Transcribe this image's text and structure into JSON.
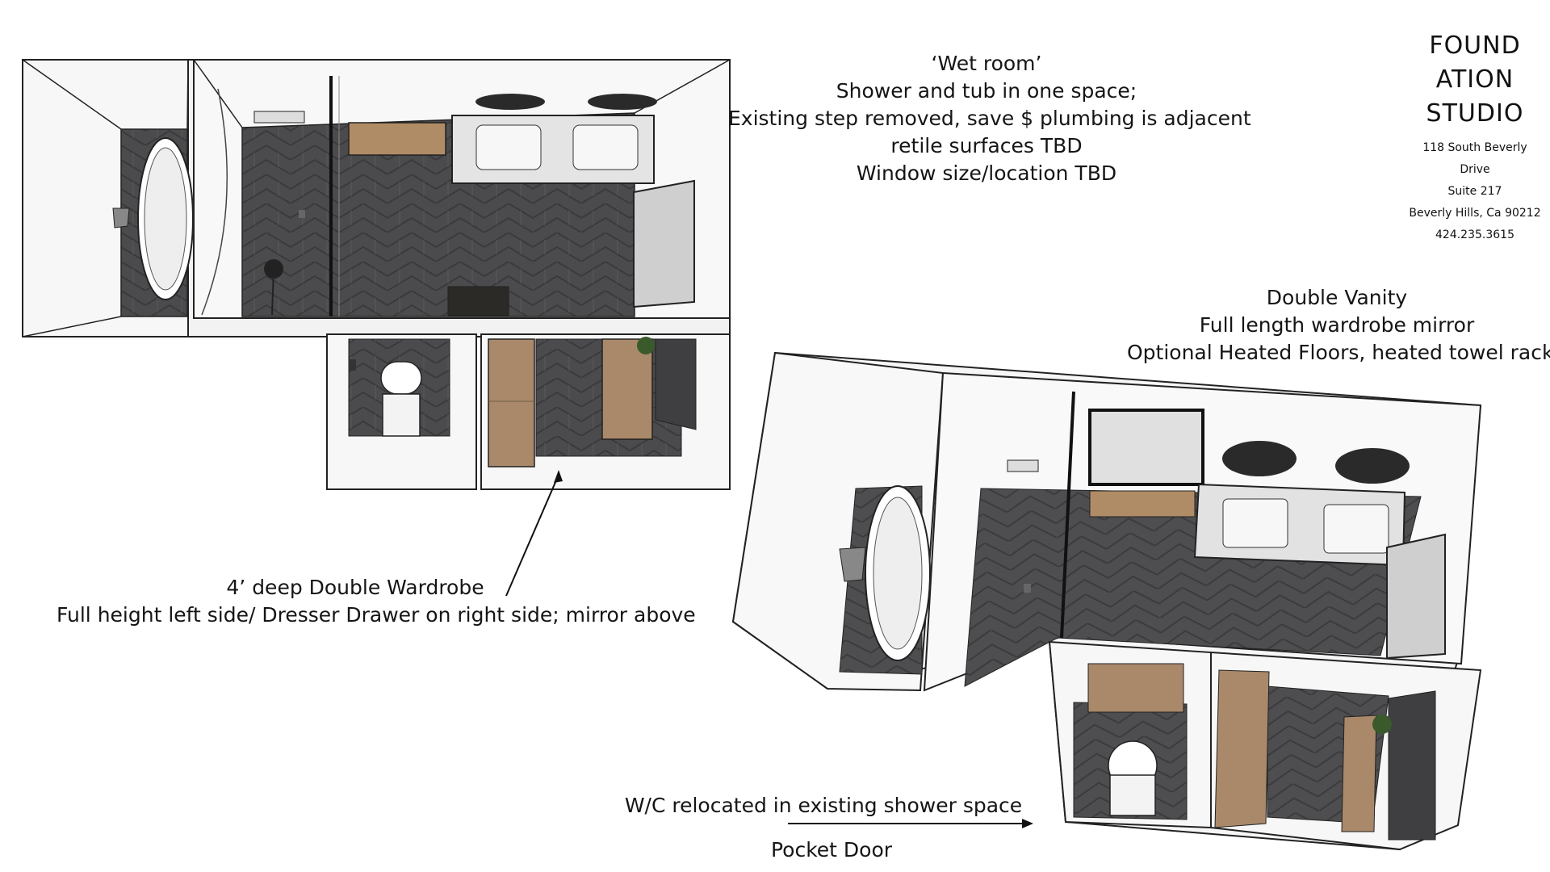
{
  "logo": {
    "lines": [
      "FOUND",
      "ATION",
      "STUDIO"
    ],
    "address": [
      "118 South Beverly Drive",
      "Suite 217",
      "Beverly Hills, Ca 90212",
      "424.235.3615"
    ]
  },
  "notes": {
    "wet_room": [
      "‘Wet room’",
      "Shower and tub in one space;",
      "Existing step removed, save $ plumbing is adjacent",
      "retile surfaces TBD",
      "Window size/location TBD"
    ],
    "vanity": [
      "Double Vanity",
      "Full length wardrobe mirror",
      "Optional Heated Floors, heated towel rack"
    ],
    "wardrobe": [
      "4’ deep Double Wardrobe",
      "Full height left side/ Dresser Drawer on right side; mirror above"
    ],
    "wc": "W/C relocated in existing shower space",
    "pocket_door": "Pocket Door"
  },
  "colors": {
    "floor": "#4d4d4f",
    "wall": "#f4f4f4",
    "wood": "#a98b6a",
    "outline": "#222222"
  }
}
